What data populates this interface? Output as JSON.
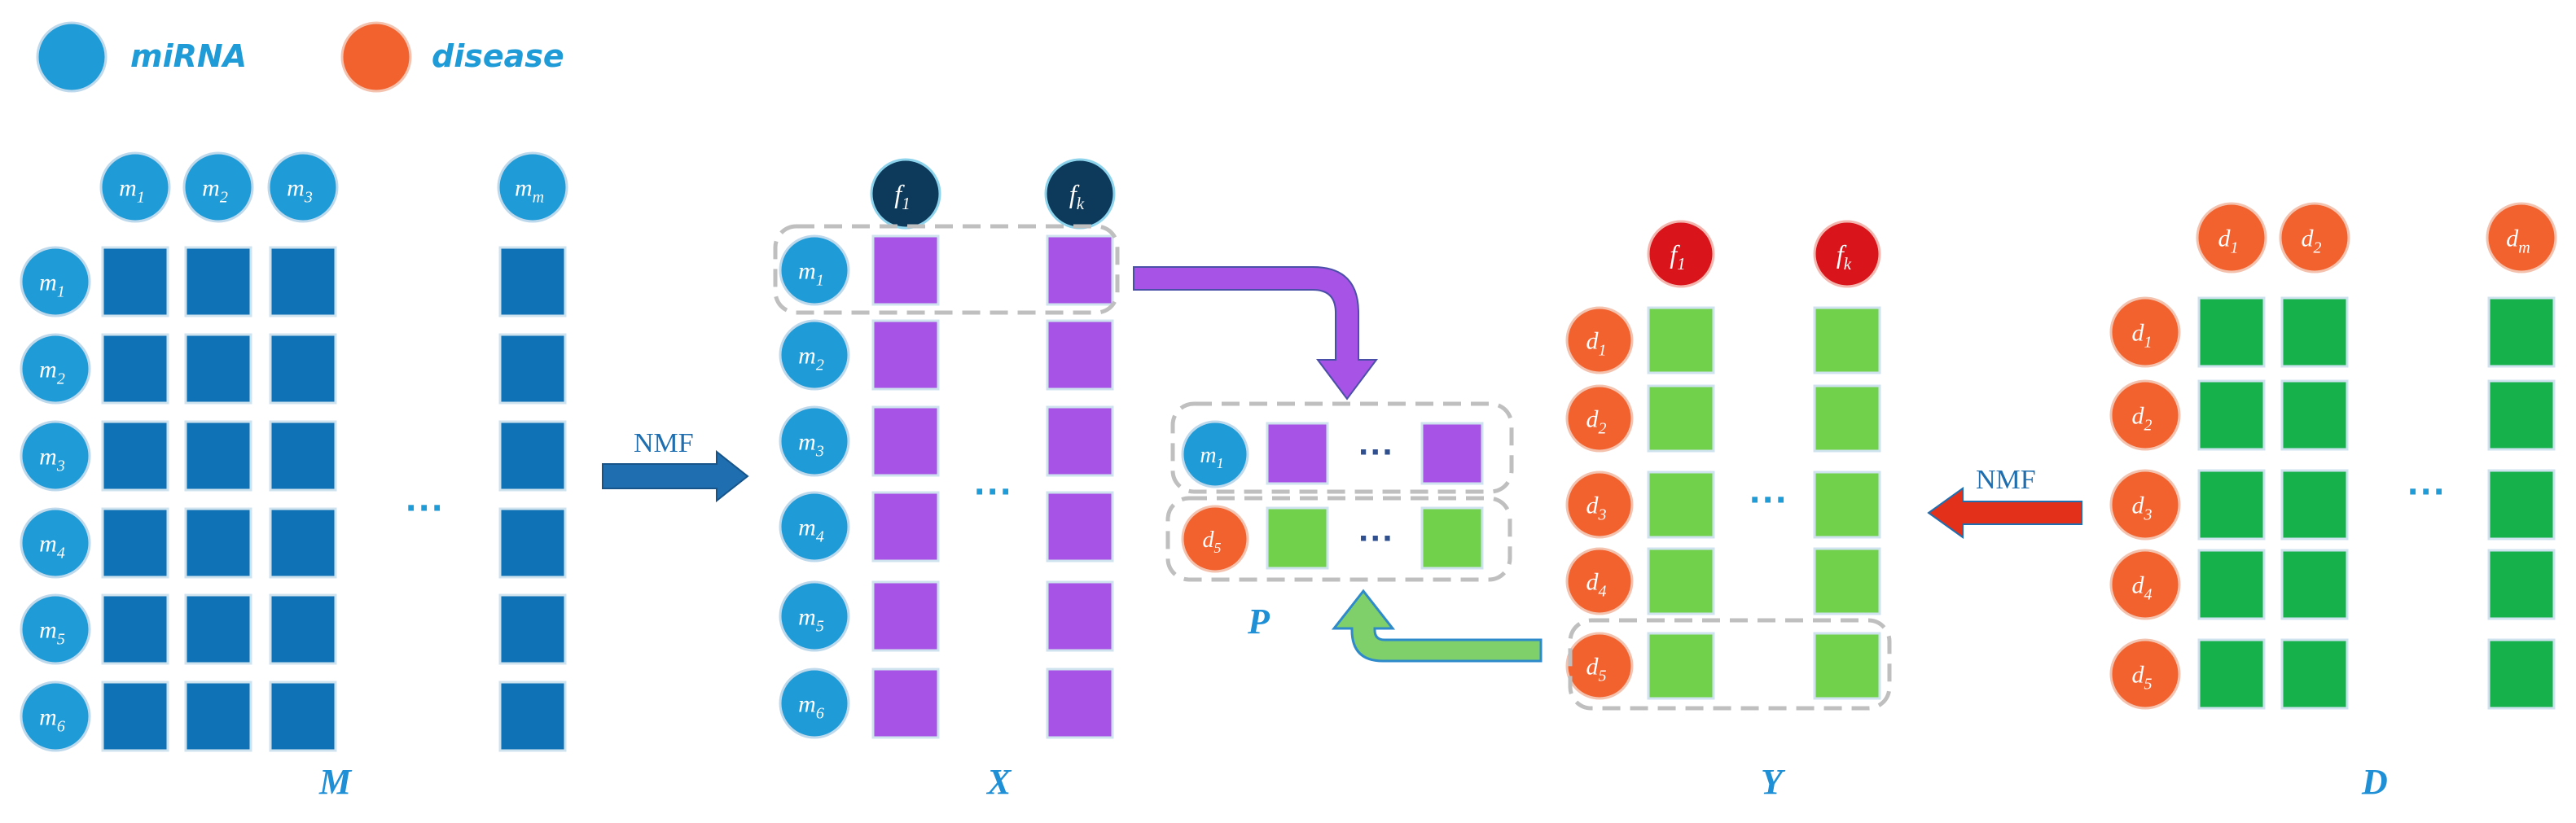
{
  "legend": {
    "mirna_label": "miRNA",
    "disease_label": "disease"
  },
  "labels": {
    "M": "M",
    "X": "X",
    "Y": "Y",
    "D": "D",
    "P": "P",
    "nmf_left": "NMF",
    "nmf_right": "NMF",
    "ellipsis": "···"
  },
  "mirna_nodes": {
    "prefix": "m",
    "subs": [
      "1",
      "2",
      "3",
      "4",
      "5",
      "6"
    ],
    "last_sub": "m"
  },
  "disease_nodes": {
    "prefix": "d",
    "subs": [
      "1",
      "2",
      "3",
      "4",
      "5"
    ],
    "last_sub": "m"
  },
  "factor_nodes": {
    "prefix": "f",
    "first_sub": "1",
    "last_sub": "k"
  },
  "colors": {
    "mirna": "#1F9BD7",
    "mirna_stroke": "#BFD9EC",
    "disease": "#F2622F",
    "disease_stroke": "#F4C3B0",
    "factor_dark": "#0D3A5A",
    "factor_red": "#D9141B",
    "matrix_M": "#0F71B6",
    "matrix_X": "#A653E6",
    "matrix_Y": "#72D14A",
    "matrix_D": "#17B14C",
    "arrow_blue": "#1F6FB0",
    "arrow_red": "#E2301A",
    "arrow_purple": "#A653E6",
    "arrow_green": "#7FCF6A"
  }
}
